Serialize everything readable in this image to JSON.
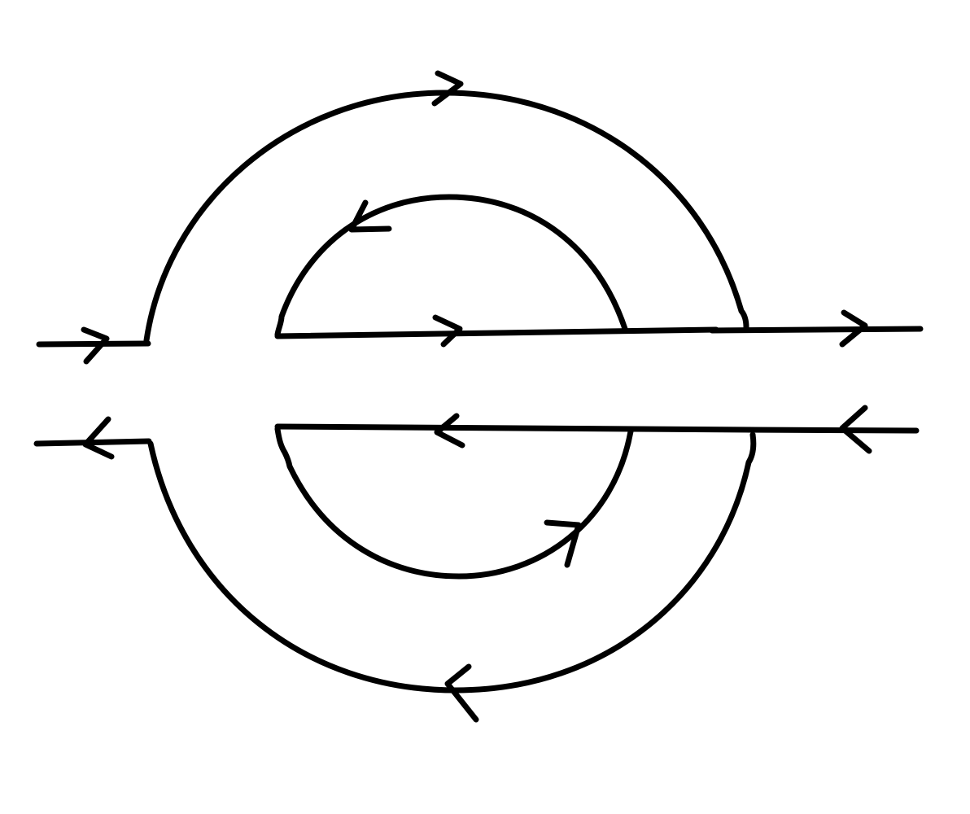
{
  "diagram": {
    "kind": "contour-diagram",
    "stroke_color": "#000000",
    "background_color": "#ffffff",
    "paths": [
      {
        "name": "upper-left-horizontal-line",
        "direction": "right"
      },
      {
        "name": "upper-outer-arc",
        "direction": "clockwise"
      },
      {
        "name": "upper-right-horizontal-line",
        "direction": "right"
      },
      {
        "name": "upper-middle-horizontal-line",
        "direction": "right"
      },
      {
        "name": "upper-inner-arc",
        "direction": "counterclockwise"
      },
      {
        "name": "lower-right-horizontal-line",
        "direction": "left"
      },
      {
        "name": "lower-middle-horizontal-line",
        "direction": "left"
      },
      {
        "name": "lower-inner-arc",
        "direction": "counterclockwise"
      },
      {
        "name": "lower-outer-arc",
        "direction": "clockwise"
      },
      {
        "name": "lower-left-horizontal-line",
        "direction": "left"
      }
    ]
  }
}
